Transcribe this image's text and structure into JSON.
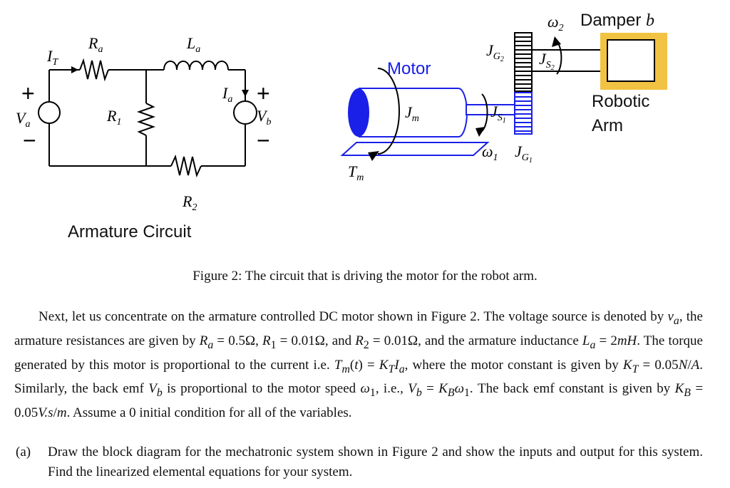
{
  "figure": {
    "circuit": {
      "ra": "R_a",
      "la": "L_a",
      "it": "I_T",
      "ia": "I_a",
      "r1": "R_1",
      "r2": "R_2",
      "va": "V_a",
      "vb": "V_b",
      "plus": "+",
      "minus": "−",
      "label": "Armature Circuit"
    },
    "mechanical": {
      "motor": "Motor",
      "jm": "J_m",
      "tm": "T_m",
      "js1": "J_S1",
      "js2": "J_S2",
      "jg1": "J_G1",
      "jg2": "J_G2",
      "w1": "ω_1",
      "w2": "ω_2",
      "damper": "Damper b",
      "robotic": "Robotic",
      "arm": "Arm"
    },
    "colors": {
      "blue": "#1a20e8",
      "gold": "#f2c342",
      "black": "#000000"
    }
  },
  "caption": "Figure 2: The circuit that is driving the motor for the robot arm.",
  "paragraph": "Next, let us concentrate on the armature controlled DC motor shown in Figure 2. The voltage source is denoted by v_a, the armature resistances are given by R_a = 0.5Ω, R_1 = 0.01Ω, and R_2 = 0.01Ω, and the armature inductance L_a = 2mH. The torque generated by this motor is proportional to the current i.e. T_m(t) = K_T I_a, where the motor constant is given by K_T = 0.05N/A. Similarly, the back emf V_b is proportional to the motor speed ω_1, i.e., V_b = K_B ω_1. The back emf constant is given by K_B = 0.05V.s/m. Assume a 0 initial condition for all of the variables.",
  "question": {
    "label": "(a)",
    "text": "Draw the block diagram for the mechatronic system shown in Figure 2 and show the inputs and output for this system. Find the linearized elemental equations for your system."
  }
}
